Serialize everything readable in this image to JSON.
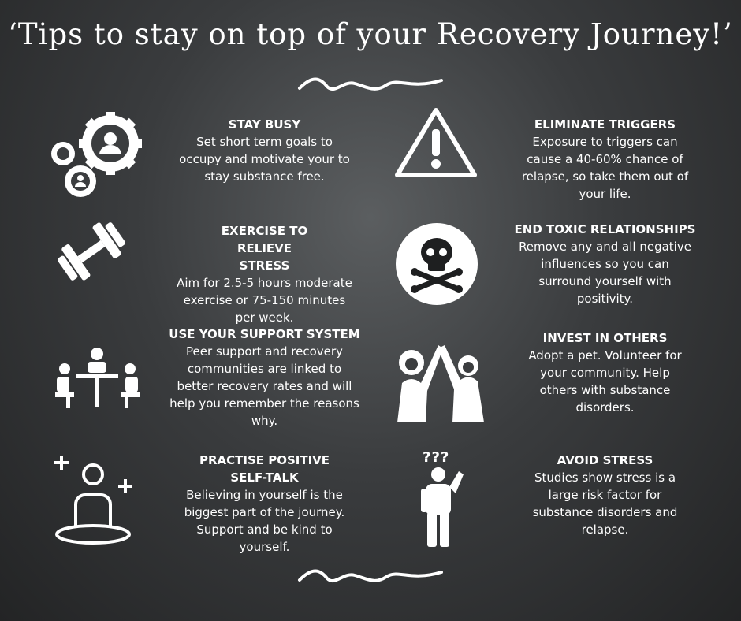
{
  "title": "‘Tips to stay on top of your Recovery Journey!’",
  "colors": {
    "text": "#ffffff",
    "background": "#3a3c3e"
  },
  "tips": [
    {
      "heading": "STAY BUSY",
      "body": "Set short term goals to occupy and motivate your to stay substance free.",
      "icon": "gears-people-icon"
    },
    {
      "heading": "EXERCISE TO RELIEVE STRESS",
      "body": "Aim for 2.5-5 hours moderate exercise or 75-150 minutes per week.",
      "icon": "dumbbell-icon"
    },
    {
      "heading": "USE YOUR SUPPORT SYSTEM",
      "body": "Peer support and recovery communities are linked to better recovery rates and will help you remember the reasons why.",
      "icon": "group-meeting-icon"
    },
    {
      "heading": "PRACTISE POSITIVE SELF-TALK",
      "body": "Believing in yourself is the biggest part of the journey. Support and be kind to yourself.",
      "icon": "self-positive-icon"
    },
    {
      "heading": "ELIMINATE TRIGGERS",
      "body": "Exposure to triggers can cause a 40-60% chance of relapse, so take them out of your life.",
      "icon": "warning-icon"
    },
    {
      "heading": "END TOXIC RELATIONSHIPS",
      "body": "Remove any and all negative influences so you can surround yourself with positivity.",
      "icon": "skull-icon"
    },
    {
      "heading": "INVEST IN OTHERS",
      "body": "Adopt a pet. Volunteer for your community. Help others with substance disorders.",
      "icon": "high-five-icon"
    },
    {
      "heading": "AVOID STRESS",
      "body": "Studies show stress is a large risk factor for substance disorders and relapse.",
      "icon": "confused-person-icon"
    }
  ],
  "stress_icon_text": "???"
}
